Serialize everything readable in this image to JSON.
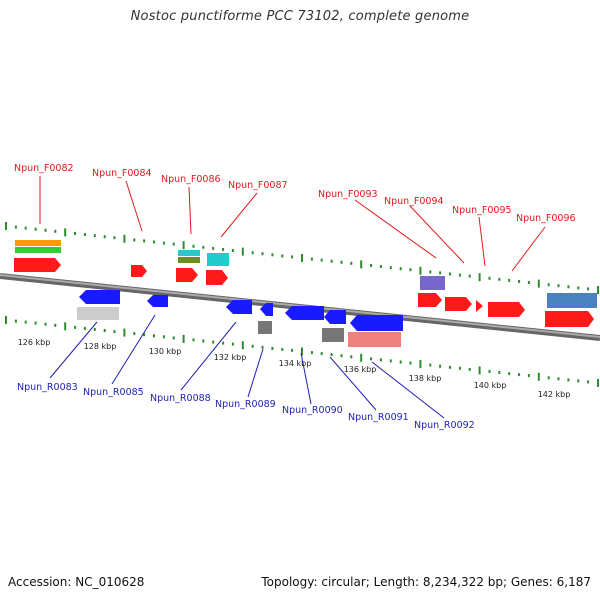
{
  "title": "Nostoc punctiforme PCC 73102, complete genome",
  "footer": {
    "accession": "Accession: NC_010628",
    "topology": "Topology: circular; Length: 8,234,322 bp; Genes: 6,187"
  },
  "colors": {
    "forward_label": "#e31a1c",
    "reverse_label": "#1f1fb4",
    "tick": "#2e8b2e",
    "backbone": "#8c8c8c",
    "red": "#ff1a1a",
    "blue": "#1a1aff",
    "orange": "#ff9900",
    "green": "#33cc33",
    "cyan": "#22cccc",
    "olive": "#6b8e23",
    "gray": "#777777",
    "lightgray": "#cccccc",
    "purple": "#7766cc",
    "steelblue": "#4a82c0",
    "salmon": "#f08080"
  },
  "scale_labels": [
    "126 kbp",
    "128 kbp",
    "130 kbp",
    "132 kbp",
    "134 kbp",
    "136 kbp",
    "138 kbp",
    "140 kbp",
    "142 kbp"
  ],
  "forward_genes": [
    "Npun_F0082",
    "Npun_F0084",
    "Npun_F0086",
    "Npun_F0087",
    "Npun_F0093",
    "Npun_F0094",
    "Npun_F0095",
    "Npun_F0096"
  ],
  "reverse_genes": [
    "Npun_R0083",
    "Npun_R0085",
    "Npun_R0088",
    "Npun_R0089",
    "Npun_R0090",
    "Npun_R0091",
    "Npun_R0092"
  ]
}
